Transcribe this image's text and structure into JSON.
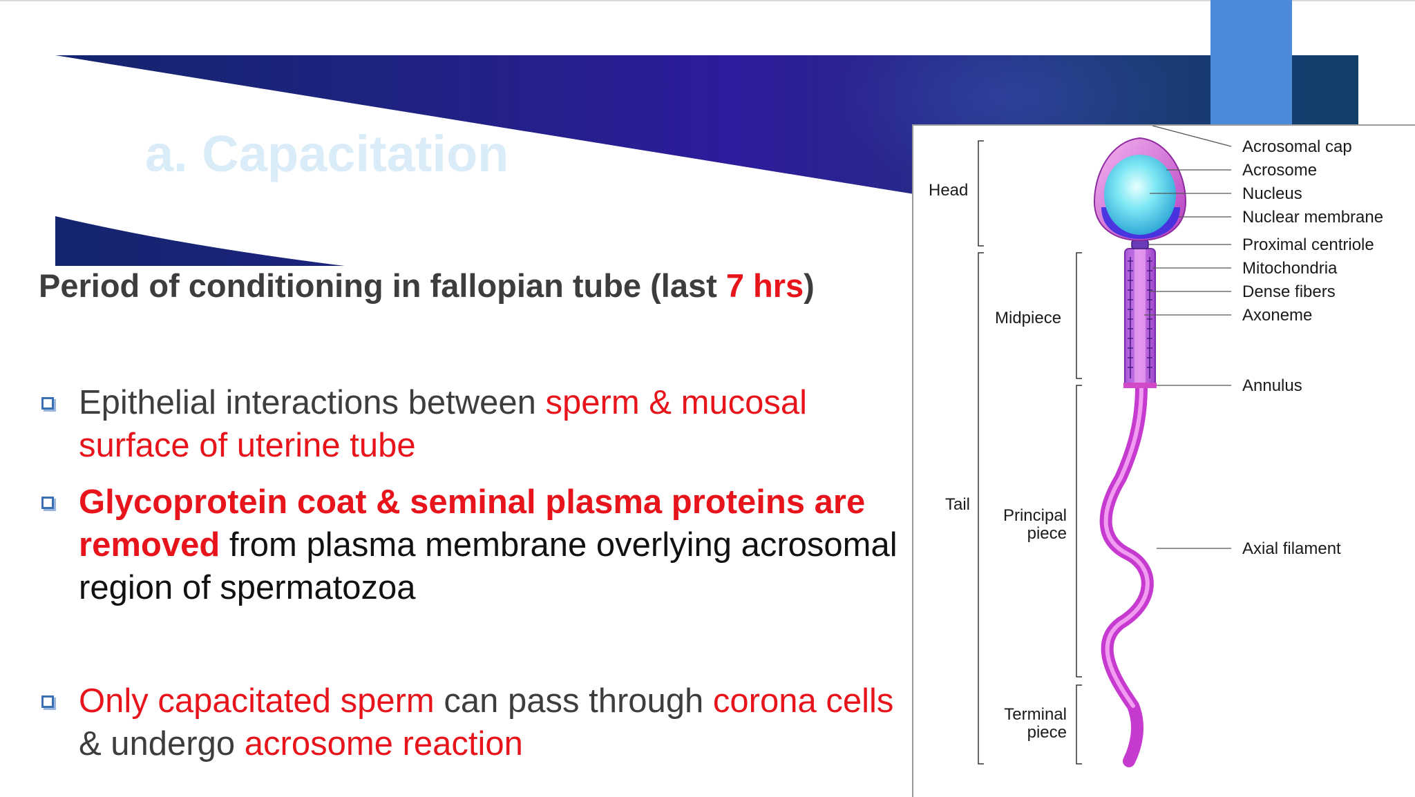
{
  "slide": {
    "title": "a. Capacitation",
    "subtitle": {
      "lead": "Period of conditioning in fallopian tube (last ",
      "highlight": "7 hrs",
      "tail": ")"
    },
    "bullets": [
      {
        "p1": "Epithelial interactions between ",
        "p2": "sperm & mucosal surface of uterine tube"
      },
      {
        "p1": "Glycoprotein coat & seminal plasma proteins are removed",
        "p2": " from plasma membrane overlying acrosomal region of spermatozoa"
      },
      {
        "p1": "Only capacitated sperm",
        "p2": " can pass through ",
        "p3": "corona cells",
        "p4": " & undergo ",
        "p5": "acrosome reaction"
      }
    ]
  },
  "figure": {
    "regions": {
      "head": "Head",
      "tail": "Tail",
      "midpiece": "Midpiece",
      "principal_line1": "Principal",
      "principal_line2": "piece",
      "terminal_line1": "Terminal",
      "terminal_line2": "piece"
    },
    "labels": [
      "Acrosomal cap",
      "Acrosome",
      "Nucleus",
      "Nuclear membrane",
      "Proximal centriole",
      "Mitochondria",
      "Dense fibers",
      "Axoneme",
      "Annulus",
      "Axial filament"
    ]
  },
  "colors": {
    "accent_red": "#e8141c",
    "header_blue": "#2d1c9c",
    "title_color": "#d9ecf7",
    "bullet_box": "#3a6fb8",
    "accent_bar": "#4a8ad8"
  }
}
